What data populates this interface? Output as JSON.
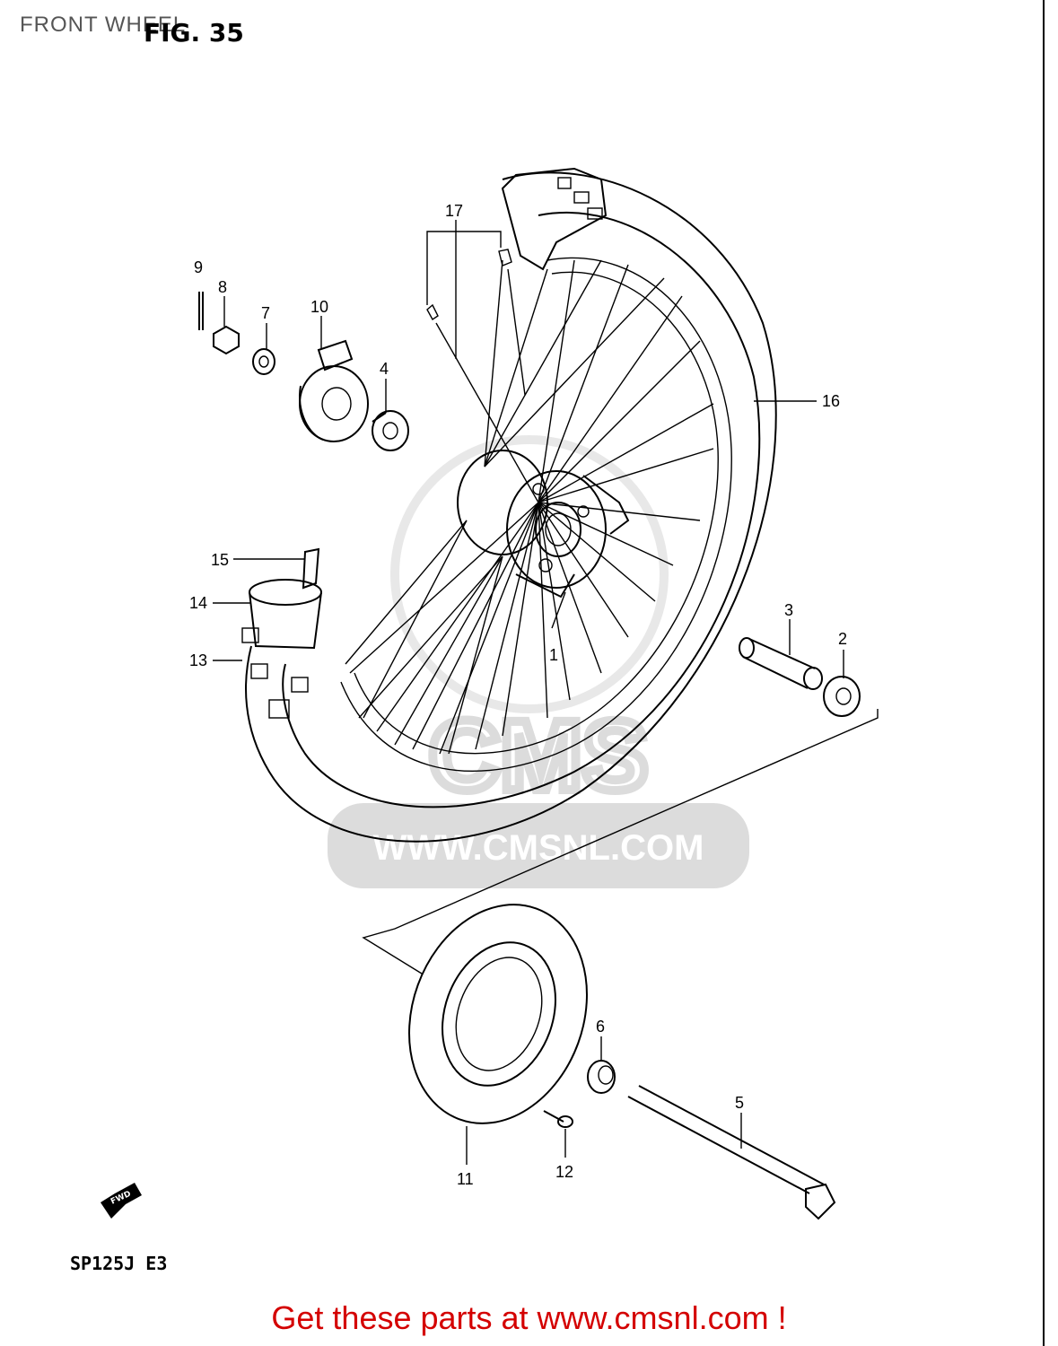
{
  "page_title": "FRONT WHEEL",
  "figure_label": "FIG. 35",
  "model_code": "SP125J  E3",
  "fwd_label": "FWD",
  "watermark": {
    "brand": "CMS",
    "url": "WWW.CMSNL.COM"
  },
  "cta": "Get these parts at www.cmsnl.com !",
  "callouts": [
    "1",
    "2",
    "3",
    "4",
    "5",
    "6",
    "7",
    "8",
    "9",
    "10",
    "11",
    "12",
    "13",
    "14",
    "15",
    "16",
    "17"
  ],
  "colors": {
    "cta": "#d40000",
    "title": "#555555",
    "watermark": "#d9d9d9"
  }
}
